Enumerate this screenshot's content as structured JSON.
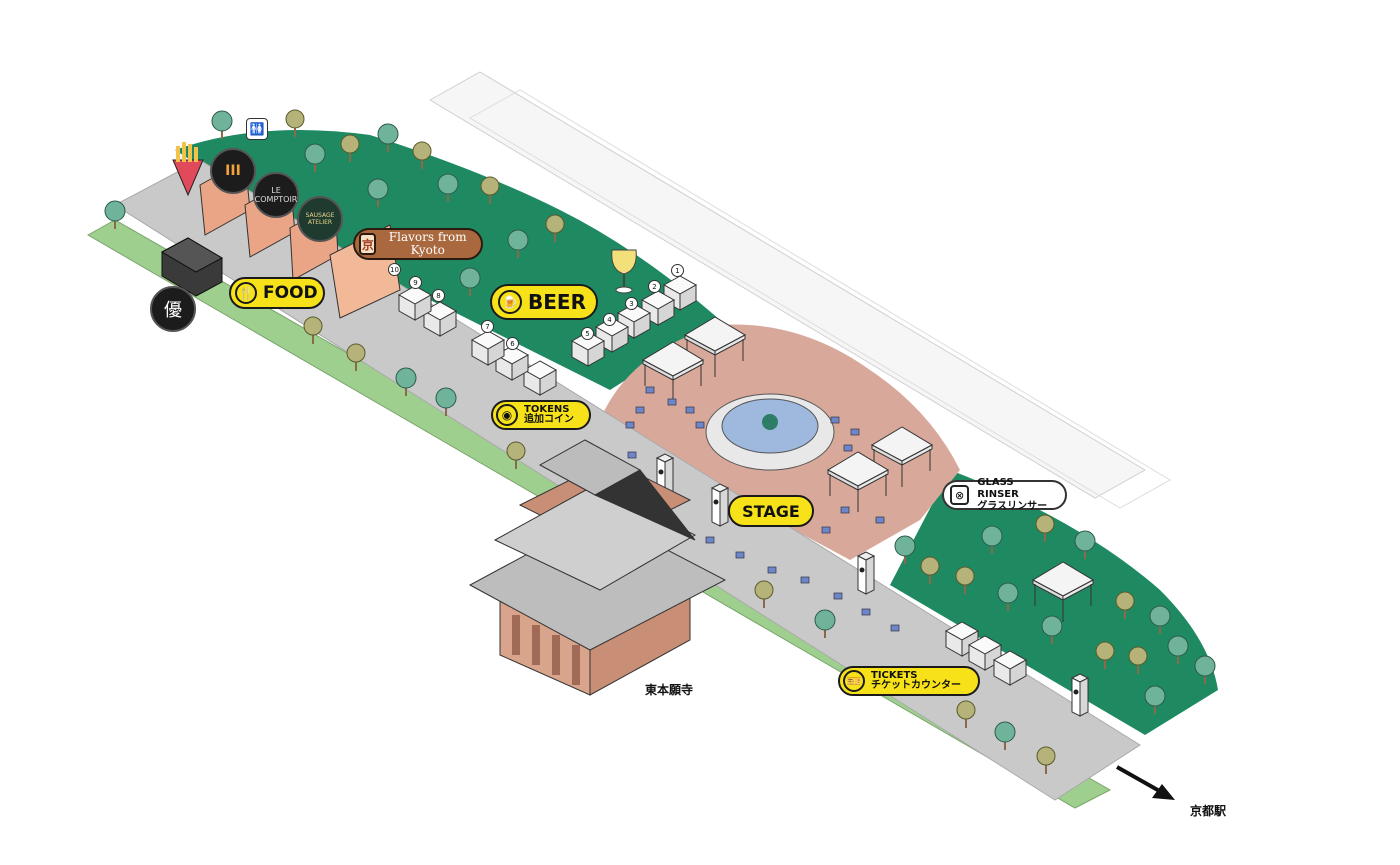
{
  "map": {
    "colors": {
      "grass": "#1f8a62",
      "road": "#c9c9c9",
      "sidewalk": "#9fcf8e",
      "plaza": "#d8a99a",
      "highlight": "#f7e21a",
      "outline": "#1a1a1a"
    },
    "zones": {
      "food": {
        "label": "FOOD",
        "icon": "fork-knife-icon"
      },
      "beer": {
        "label": "BEER",
        "icon": "beer-glass-icon"
      },
      "stage": {
        "label": "STAGE"
      },
      "tokens": {
        "line1": "TOKENS",
        "line2": "追加コイン",
        "icon": "token-coin-icon"
      },
      "tickets": {
        "line1": "TICKETS",
        "line2": "チケットカウンター",
        "icon": "ticket-icon"
      },
      "glass_rinser": {
        "line1": "GLASS RINSER",
        "line2": "グラスリンサー",
        "icon": "rinser-icon"
      },
      "flavors": {
        "line1": "Flavors",
        "line2": "from Kyoto",
        "icon": "flavors-kanji-icon",
        "icon_text": "京"
      }
    },
    "vendor_logos": [
      {
        "name": "III",
        "text": "III"
      },
      {
        "name": "le-comptoir",
        "text": "LE COMPTOIR"
      },
      {
        "name": "sausage-atelier",
        "text": "SAUSAGE ATELIER"
      },
      {
        "name": "food-truck",
        "text": "優"
      }
    ],
    "booth_numbers": [
      "1",
      "2",
      "3",
      "4",
      "5",
      "6",
      "7",
      "8",
      "9",
      "10"
    ],
    "landmarks": {
      "temple": "東本願寺",
      "station": "京都駅"
    },
    "restroom_icon": "restroom-icon"
  }
}
